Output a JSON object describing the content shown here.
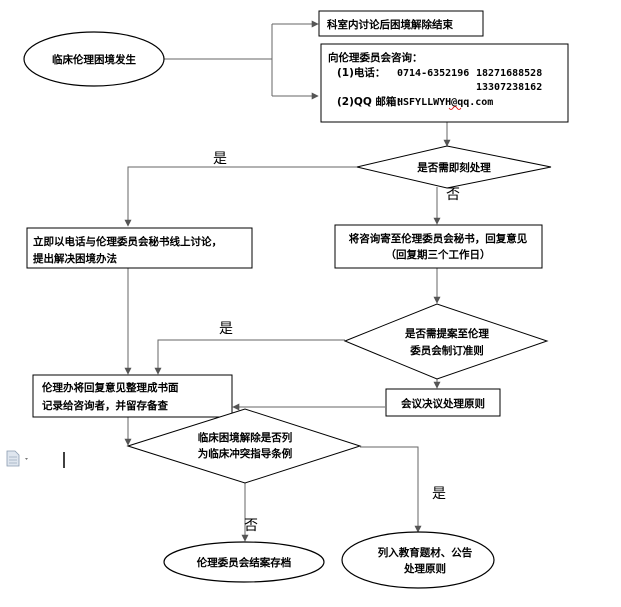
{
  "nodes": {
    "start": {
      "text": "临床伦理困境发生"
    },
    "discuss_end": {
      "text": "科室内讨论后困境解除结束"
    },
    "consult": {
      "title": "向伦理委员会咨询：",
      "phone_prefix": "(1)电话：",
      "phone_1": "0714-6352196",
      "phone_2": "18271688528",
      "phone_3": "13307238162",
      "qq_prefix": "(2)QQ 邮箱：",
      "qq_email": "HSFYLLWYH@qq.com"
    },
    "need_immediate": {
      "text": "是否需即刻处理"
    },
    "phone_discuss": {
      "line1": "立即以电话与伦理委员会秘书线上讨论，",
      "line2": "提出解决困境办法"
    },
    "mail_secretary": {
      "line1": "将咨询寄至伦理委员会秘书，回复意见",
      "line2": "（回复期三个工作日）"
    },
    "need_proposal": {
      "line1": "是否需提案至伦理",
      "line2": "委员会制订准则"
    },
    "meeting_resolve": {
      "text": "会议决议处理原则"
    },
    "ethics_office": {
      "line1": "伦理办将回复意见整理成书面",
      "line2": "记录给咨询者，并留存备查"
    },
    "listed_guideline": {
      "line1": "临床困境解除是否列",
      "line2": "为临床冲突指导条例"
    },
    "archive": {
      "text": "伦理委员会结案存档"
    },
    "education": {
      "line1": "列入教育题材、公告",
      "line2": "处理原则"
    }
  },
  "edge_labels": {
    "yes_1": "是",
    "no_1": "否",
    "yes_2": "是",
    "no_2": "否",
    "yes_3": "是"
  },
  "icons": {
    "document_icon": "document-icon"
  }
}
